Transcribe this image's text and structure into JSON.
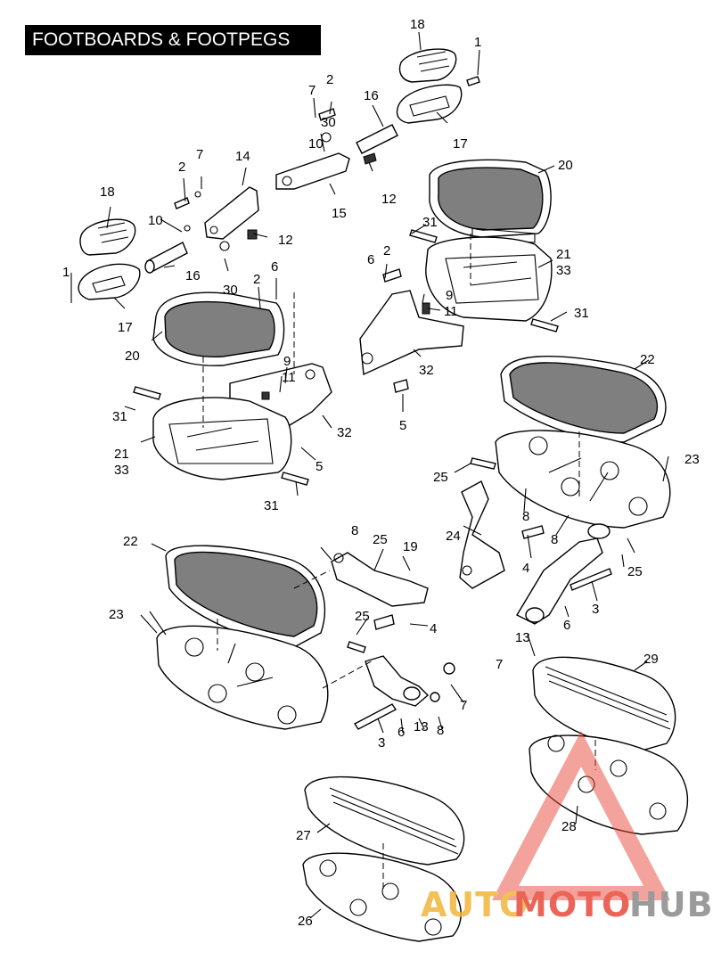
{
  "title": "FOOTBOARDS & FOOTPEGS",
  "callouts": [
    {
      "id": "c18a",
      "text": "18"
    },
    {
      "id": "c1a",
      "text": "1"
    },
    {
      "id": "c7a",
      "text": "7"
    },
    {
      "id": "c2a",
      "text": "2"
    },
    {
      "id": "c16a",
      "text": "16"
    },
    {
      "id": "c30a",
      "text": "30"
    },
    {
      "id": "c10a",
      "text": "10"
    },
    {
      "id": "c17a",
      "text": "17"
    },
    {
      "id": "c7b",
      "text": "7"
    },
    {
      "id": "c2b",
      "text": "2"
    },
    {
      "id": "c14",
      "text": "14"
    },
    {
      "id": "c15",
      "text": "15"
    },
    {
      "id": "c12a",
      "text": "12"
    },
    {
      "id": "c20a",
      "text": "20"
    },
    {
      "id": "c18b",
      "text": "18"
    },
    {
      "id": "c10b",
      "text": "10"
    },
    {
      "id": "c12b",
      "text": "12"
    },
    {
      "id": "c31a",
      "text": "31"
    },
    {
      "id": "c2c",
      "text": "2"
    },
    {
      "id": "c6a",
      "text": "6"
    },
    {
      "id": "c21a",
      "text": "21"
    },
    {
      "id": "c33a",
      "text": "33"
    },
    {
      "id": "c1b",
      "text": "1"
    },
    {
      "id": "c16b",
      "text": "16"
    },
    {
      "id": "c30b",
      "text": "30"
    },
    {
      "id": "c2d",
      "text": "2"
    },
    {
      "id": "c6b",
      "text": "6"
    },
    {
      "id": "c9a",
      "text": "9"
    },
    {
      "id": "c11a",
      "text": "11"
    },
    {
      "id": "c31b",
      "text": "31"
    },
    {
      "id": "c17b",
      "text": "17"
    },
    {
      "id": "c32a",
      "text": "32"
    },
    {
      "id": "c20b",
      "text": "20"
    },
    {
      "id": "c9b",
      "text": "9"
    },
    {
      "id": "c11b",
      "text": "11"
    },
    {
      "id": "c5a",
      "text": "5"
    },
    {
      "id": "c22a",
      "text": "22"
    },
    {
      "id": "c31c",
      "text": "31"
    },
    {
      "id": "c32b",
      "text": "32"
    },
    {
      "id": "c23a",
      "text": "23"
    },
    {
      "id": "c21b",
      "text": "21"
    },
    {
      "id": "c33b",
      "text": "33"
    },
    {
      "id": "c5b",
      "text": "5"
    },
    {
      "id": "c25a",
      "text": "25"
    },
    {
      "id": "c31d",
      "text": "31"
    },
    {
      "id": "c8a",
      "text": "8"
    },
    {
      "id": "c24",
      "text": "24"
    },
    {
      "id": "c8b",
      "text": "8"
    },
    {
      "id": "c4a",
      "text": "4"
    },
    {
      "id": "c25b",
      "text": "25"
    },
    {
      "id": "c22b",
      "text": "22"
    },
    {
      "id": "c8c",
      "text": "8"
    },
    {
      "id": "c25c",
      "text": "25"
    },
    {
      "id": "c19",
      "text": "19"
    },
    {
      "id": "c3a",
      "text": "3"
    },
    {
      "id": "c6c",
      "text": "6"
    },
    {
      "id": "c23b",
      "text": "23"
    },
    {
      "id": "c4b",
      "text": "4"
    },
    {
      "id": "c25d",
      "text": "25"
    },
    {
      "id": "c7c",
      "text": "7"
    },
    {
      "id": "c13a",
      "text": "13"
    },
    {
      "id": "c29",
      "text": "29"
    },
    {
      "id": "c7d",
      "text": "7"
    },
    {
      "id": "c3b",
      "text": "3"
    },
    {
      "id": "c6d",
      "text": "6"
    },
    {
      "id": "c13b",
      "text": "13"
    },
    {
      "id": "c8d",
      "text": "8"
    },
    {
      "id": "c28",
      "text": "28"
    },
    {
      "id": "c27",
      "text": "27"
    },
    {
      "id": "c26",
      "text": "26"
    }
  ],
  "watermark": {
    "part1": "AUTO",
    "part2": "MOTO",
    "part3": "HUB",
    "colors": {
      "triangle": "#e84a3c",
      "auto": "#f2b53a",
      "moto": "#e84a3c",
      "hub": "#8a8a8a"
    }
  }
}
